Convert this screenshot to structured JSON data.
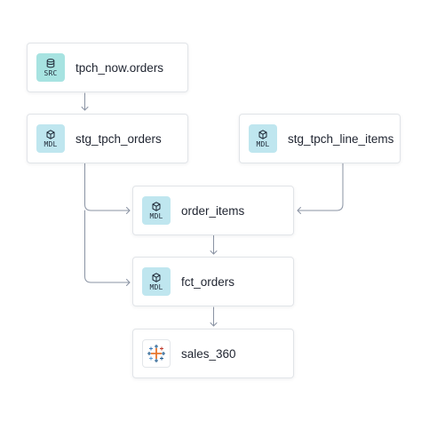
{
  "nodes": {
    "src_orders": {
      "tag": "SRC",
      "label": "tpch_now.orders",
      "icon": "database-icon"
    },
    "stg_orders": {
      "tag": "MDL",
      "label": "stg_tpch_orders",
      "icon": "cube-icon"
    },
    "stg_line_items": {
      "tag": "MDL",
      "label": "stg_tpch_line_items",
      "icon": "cube-icon"
    },
    "order_items": {
      "tag": "MDL",
      "label": "order_items",
      "icon": "cube-icon"
    },
    "fct_orders": {
      "tag": "MDL",
      "label": "fct_orders",
      "icon": "cube-icon"
    },
    "sales_360": {
      "tag": "",
      "label": "sales_360",
      "icon": "tableau-logo-icon"
    }
  },
  "edges": [
    [
      "src_orders",
      "stg_orders"
    ],
    [
      "stg_orders",
      "order_items"
    ],
    [
      "stg_orders",
      "fct_orders"
    ],
    [
      "stg_line_items",
      "order_items"
    ],
    [
      "order_items",
      "fct_orders"
    ],
    [
      "fct_orders",
      "sales_360"
    ]
  ],
  "colors": {
    "src_badge": "#a7e3e1",
    "mdl_badge": "#bfe6ef",
    "edge": "#8a93a3",
    "tableau_blue": "#1f5b8e",
    "tableau_orange": "#e8762c"
  }
}
